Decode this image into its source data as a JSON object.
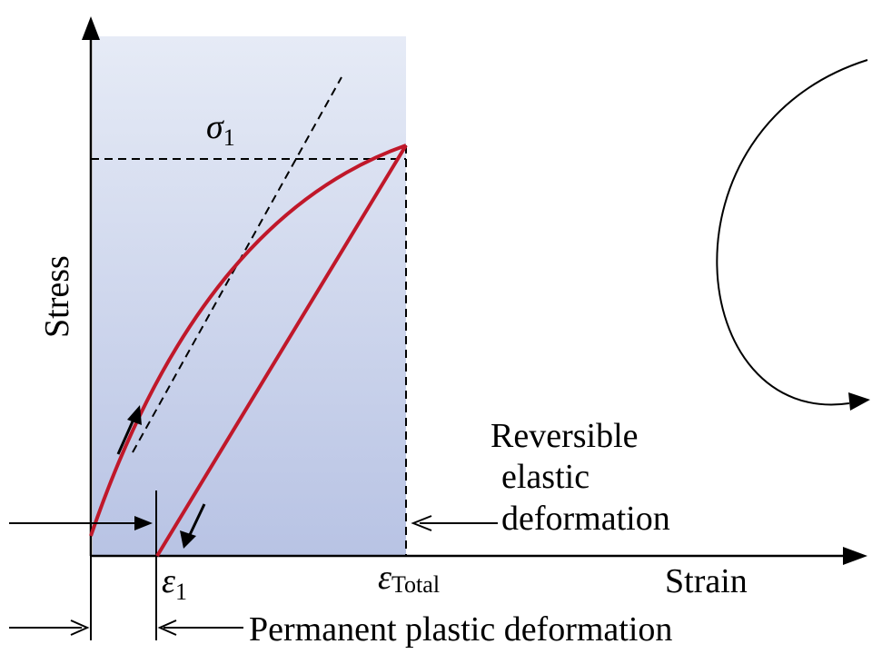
{
  "axes": {
    "y_label": "Stress",
    "x_label": "Strain"
  },
  "symbols": {
    "sigma": "σ",
    "sigma_sub": "1",
    "eps1": "ε",
    "eps1_sub": "1",
    "eps_total": "ε",
    "eps_total_sub": "Total"
  },
  "annotations": {
    "elastic_line1": "Reversible",
    "elastic_line2": "elastic",
    "elastic_line3": "deformation",
    "plastic": "Permanent plastic deformation"
  },
  "colors": {
    "curve": "#c0182a",
    "region_top": "#e6ebf6",
    "region_bottom": "#b8c3e4"
  }
}
